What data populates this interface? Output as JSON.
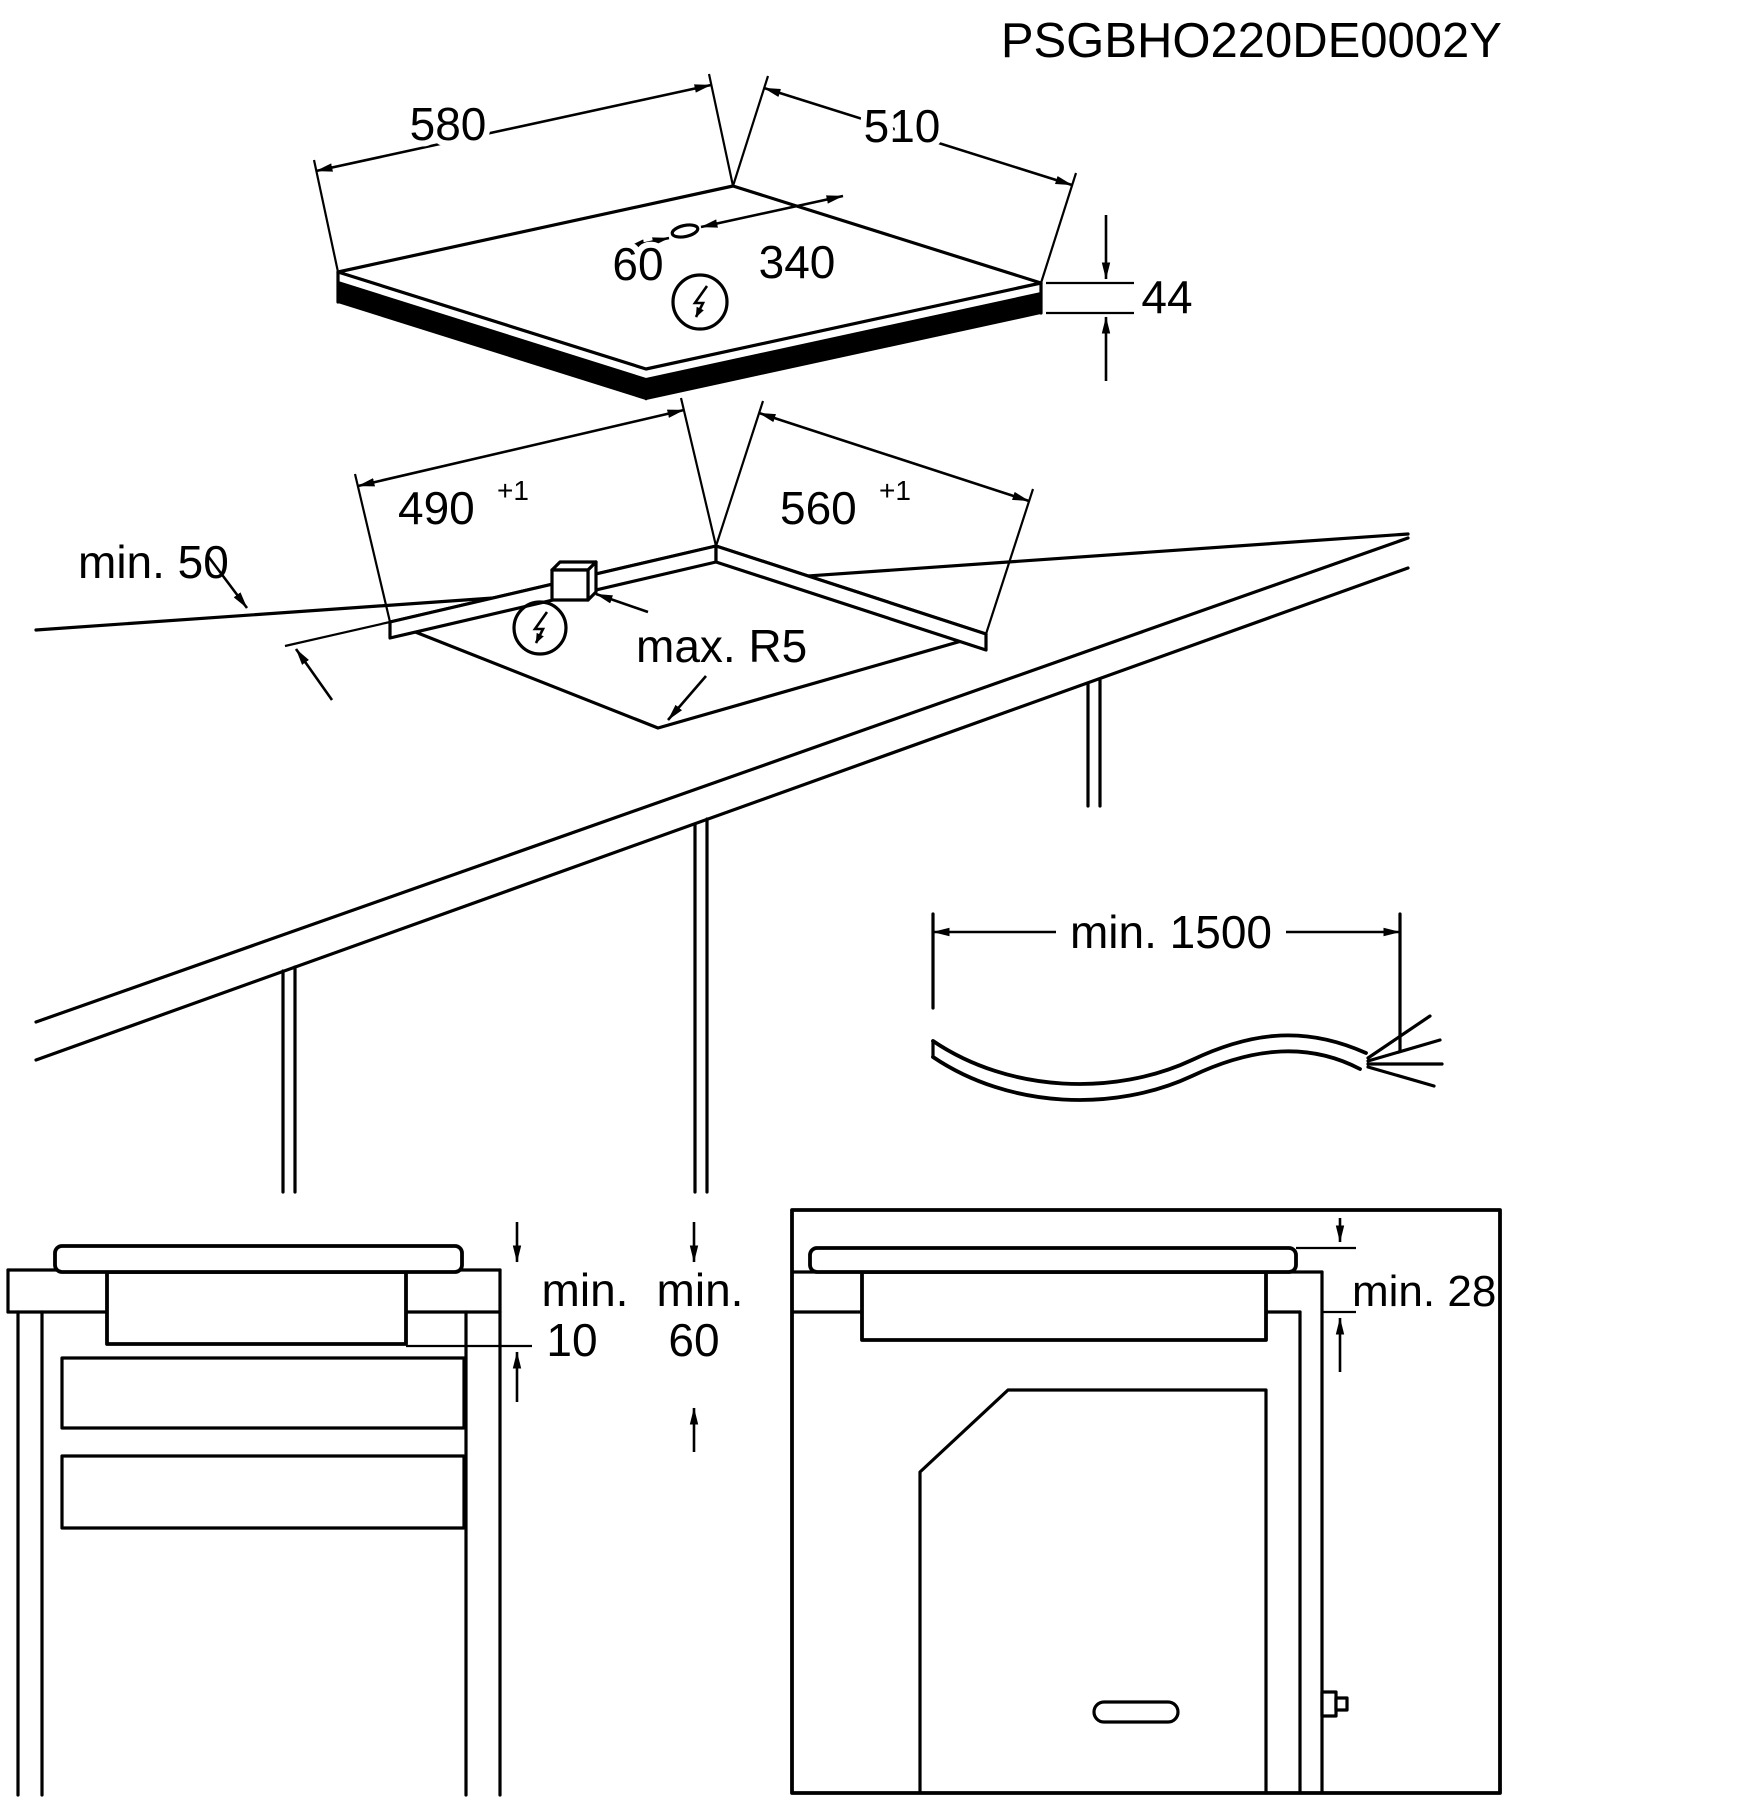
{
  "drawing_code": "PSGBHO220DE0002Y",
  "hob": {
    "width_mm": "580",
    "depth_mm": "510",
    "height_mm": "44",
    "cable_hole_left_mm": "60",
    "cable_hole_right_mm": "340"
  },
  "cutout": {
    "depth_mm": "490",
    "depth_tolerance": "+1",
    "width_mm": "560",
    "width_tolerance": "+1",
    "rear_clearance": "min. 50",
    "corner_radius": "max. R5"
  },
  "cable": {
    "min_length": "min. 1500"
  },
  "clearances": {
    "below_hob_label": "min.",
    "below_hob_value": "10",
    "cabinet_label": "min.",
    "cabinet_value": "60",
    "oven_clearance": "min. 28"
  },
  "icons": {
    "electrical_connection": "lightning-bolt-in-circle"
  }
}
